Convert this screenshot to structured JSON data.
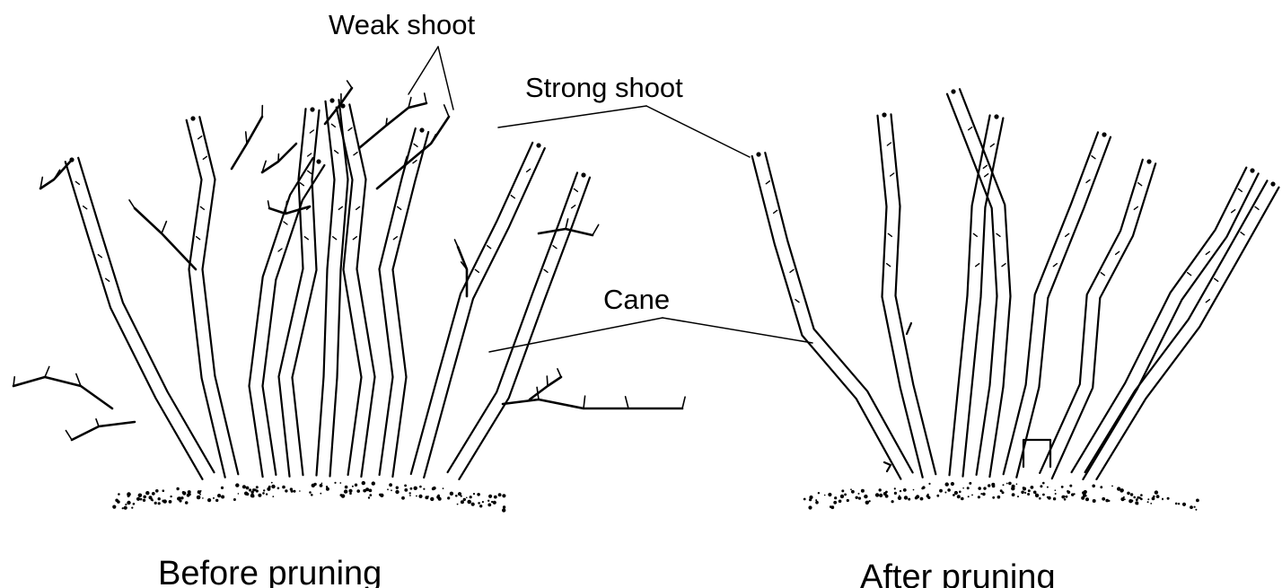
{
  "labels": {
    "weak_shoot": "Weak shoot",
    "strong_shoot": "Strong shoot",
    "cane": "Cane"
  },
  "captions": {
    "before": "Before pruning",
    "after": "After pruning"
  },
  "style": {
    "ink": "#000000",
    "paper": "#ffffff"
  }
}
